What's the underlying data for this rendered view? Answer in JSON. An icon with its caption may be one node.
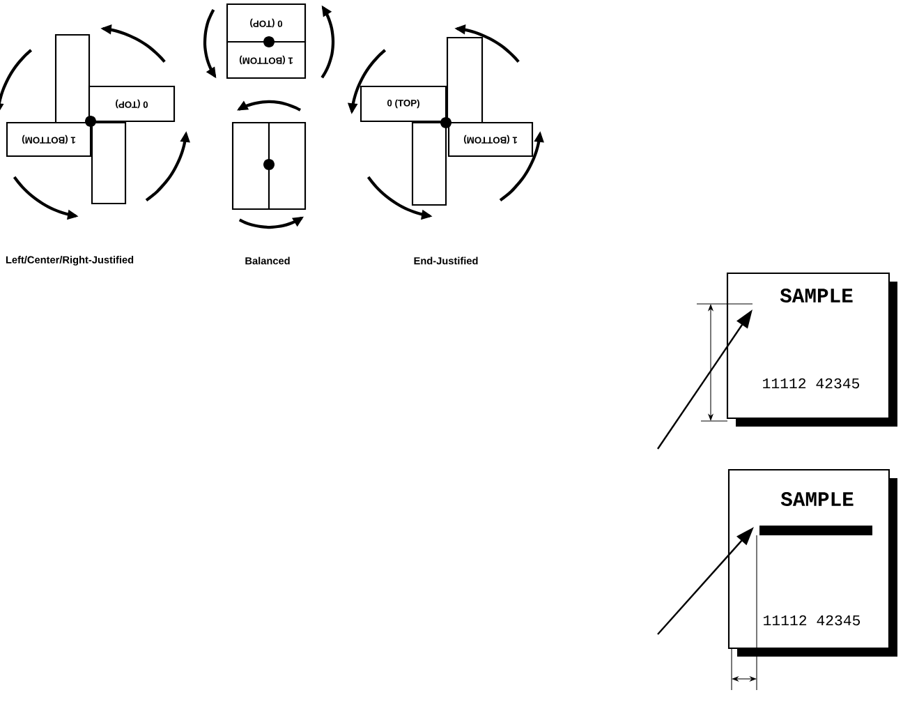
{
  "diagram": {
    "nodes": [
      {
        "text": [],
        "shape": "box"
      },
      {
        "text": [
          "0 (TOP)"
        ]
      },
      {
        "text": [
          "1 (BOTTOM)"
        ]
      },
      {
        "text": [],
        "shape": "box"
      },
      {
        "text": [
          "0 (TOP)"
        ]
      },
      {
        "text": [
          "1 (BOTTOM)"
        ]
      },
      {
        "text": [],
        "shape": "box"
      },
      {
        "text": [],
        "shape": "box"
      },
      {
        "text": [],
        "shape": "box"
      },
      {
        "text": [
          "0 (TOP)"
        ]
      },
      {
        "text": [
          "1 (BOTTOM)"
        ]
      },
      {
        "text": [],
        "shape": "box"
      },
      {
        "text": [
          "SAMPLE",
          "11112 42345"
        ]
      },
      {
        "text": [
          "SAMPLE",
          "11112 42345"
        ]
      }
    ],
    "edges": [
      {
        "from": null,
        "to": 12,
        "arrow": "to"
      },
      {
        "from": null,
        "to": 13,
        "arrow": "to"
      }
    ],
    "labels": [
      "Left/Center/Right-Justified",
      "Balanced",
      "End-Justified"
    ]
  }
}
